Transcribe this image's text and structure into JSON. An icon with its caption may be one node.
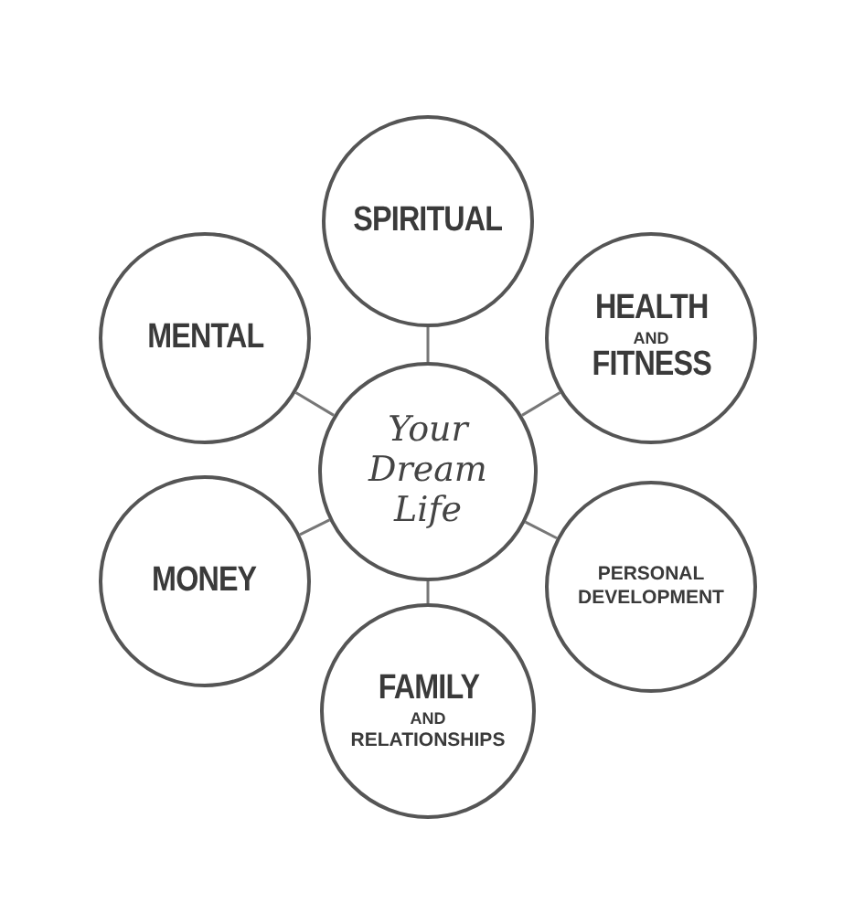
{
  "diagram": {
    "nodes": [
      {
        "text": [
          "Your Dream Life"
        ]
      },
      {
        "text": [
          "SPIRITUAL"
        ]
      },
      {
        "text": [
          "MENTAL"
        ]
      },
      {
        "text": [
          "HEALTH",
          "AND",
          "FITNESS"
        ]
      },
      {
        "text": [
          "MONEY"
        ]
      },
      {
        "text": [
          "PERSONAL DEVELOPMENT"
        ]
      },
      {
        "text": [
          "FAMILY",
          "AND",
          "RELATIONSHIPS"
        ]
      }
    ],
    "edges": [
      {
        "from": 0,
        "to": 1,
        "arrow": "none"
      },
      {
        "from": 0,
        "to": 2,
        "arrow": "none"
      },
      {
        "from": 0,
        "to": 3,
        "arrow": "none"
      },
      {
        "from": 0,
        "to": 4,
        "arrow": "none"
      },
      {
        "from": 0,
        "to": 5,
        "arrow": "none"
      },
      {
        "from": 0,
        "to": 6,
        "arrow": "none"
      }
    ]
  }
}
